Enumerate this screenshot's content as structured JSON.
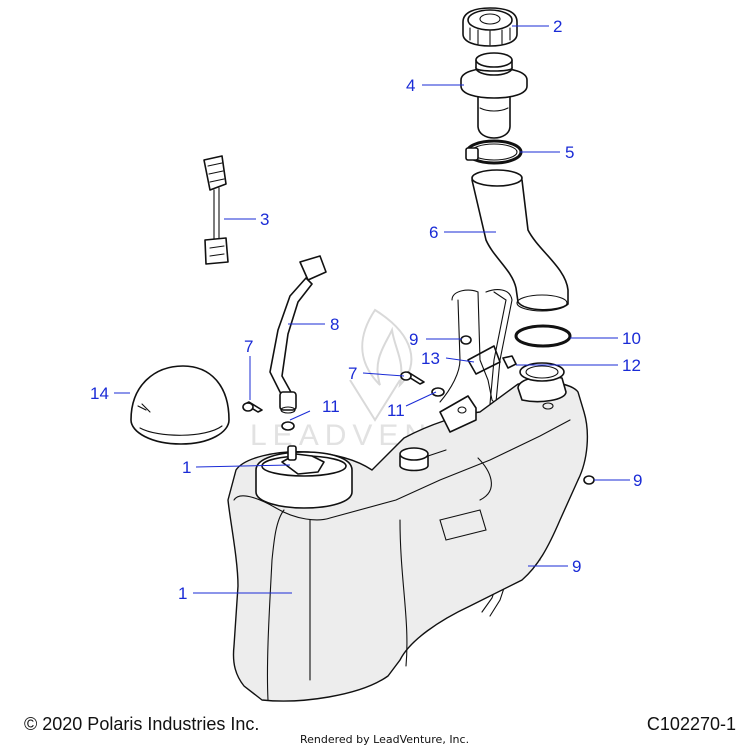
{
  "callouts": [
    {
      "id": "c-2",
      "label": "2"
    },
    {
      "id": "c-4",
      "label": "4"
    },
    {
      "id": "c-5",
      "label": "5"
    },
    {
      "id": "c-3",
      "label": "3"
    },
    {
      "id": "c-6",
      "label": "6"
    },
    {
      "id": "c-8",
      "label": "8"
    },
    {
      "id": "c-9a",
      "label": "9"
    },
    {
      "id": "c-10",
      "label": "10"
    },
    {
      "id": "c-7a",
      "label": "7"
    },
    {
      "id": "c-13",
      "label": "13"
    },
    {
      "id": "c-12",
      "label": "12"
    },
    {
      "id": "c-7b",
      "label": "7"
    },
    {
      "id": "c-14",
      "label": "14"
    },
    {
      "id": "c-11a",
      "label": "11"
    },
    {
      "id": "c-11b",
      "label": "11"
    },
    {
      "id": "c-1a",
      "label": "1"
    },
    {
      "id": "c-9b",
      "label": "9"
    },
    {
      "id": "c-1b",
      "label": "1"
    },
    {
      "id": "c-9c",
      "label": "9"
    }
  ],
  "watermark": {
    "text": "LEADVENTURE"
  },
  "footer": {
    "copyright": "© 2020 Polaris Industries Inc.",
    "rendered_by": "Rendered by LeadVenture, Inc.",
    "diagram_code": "C102270-1"
  },
  "colors": {
    "callout": "#1a2bd6",
    "line_art": "#111111",
    "background": "#ffffff"
  }
}
